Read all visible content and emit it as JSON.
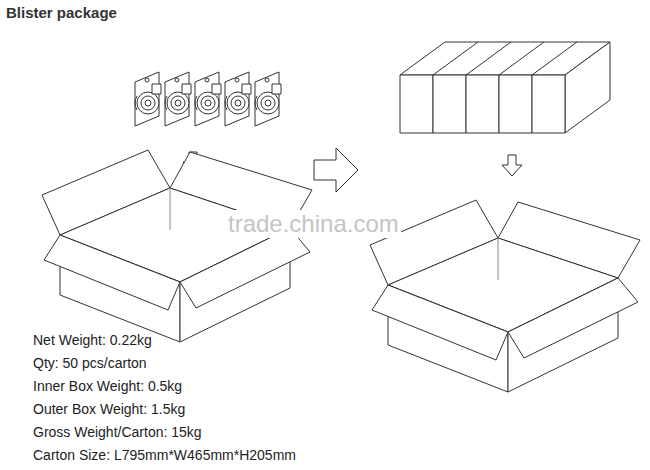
{
  "diagram": {
    "title": "Blister package",
    "labels": [
      "Net Weight: 0.22kg",
      "Qty: 50 pcs/carton",
      "Inner Box Weight: 0.5kg",
      "Outer Box Weight: 1.5kg",
      "Gross Weight/Carton: 15kg",
      "Carton Size: L795mm*W465mm*H205mm",
      "trade.china.com"
    ]
  }
}
